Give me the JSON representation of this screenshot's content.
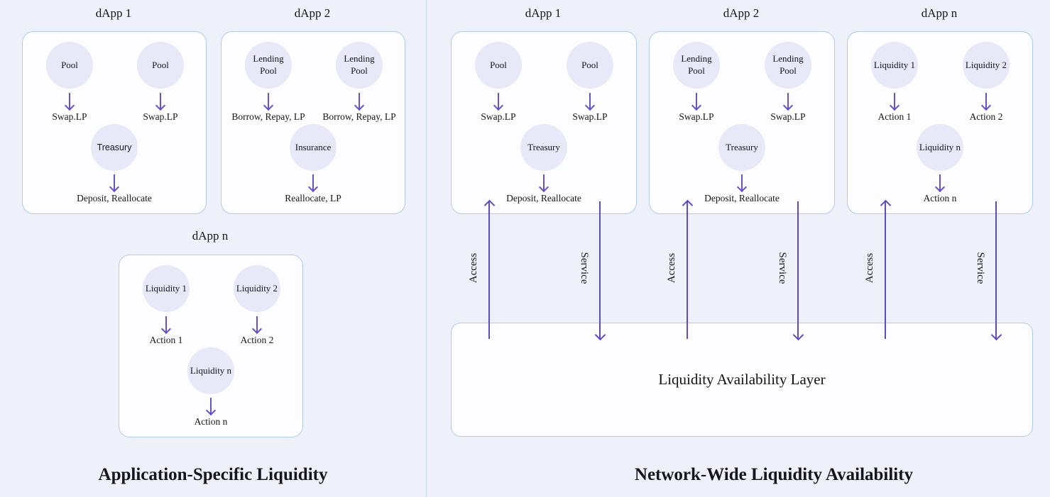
{
  "left": {
    "section_title": "Application-Specific Liquidity",
    "cards": [
      {
        "title": "dApp 1",
        "top": [
          {
            "node": "Pool",
            "action": "Swap.LP"
          },
          {
            "node": "Pool",
            "action": "Swap.LP"
          }
        ],
        "bottom": {
          "node": "Treasury",
          "action": "Deposit, Reallocate"
        }
      },
      {
        "title": "dApp 2",
        "top": [
          {
            "node": "Lending Pool",
            "action": "Borrow, Repay, LP"
          },
          {
            "node": "Lending Pool",
            "action": "Borrow, Repay, LP"
          }
        ],
        "bottom": {
          "node": "Insurance",
          "action": "Reallocate, LP"
        }
      },
      {
        "title": "dApp n",
        "top": [
          {
            "node": "Liquidity 1",
            "action": "Action 1"
          },
          {
            "node": "Liquidity 2",
            "action": "Action 2"
          }
        ],
        "bottom": {
          "node": "Liquidity n",
          "action": "Action n"
        }
      }
    ]
  },
  "right": {
    "section_title": "Network-Wide Liquidity Availability",
    "layer_title": "Liquidity Availability Layer",
    "access_label": "Access",
    "service_label": "Service",
    "cards": [
      {
        "title": "dApp 1",
        "top": [
          {
            "node": "Pool",
            "action": "Swap.LP"
          },
          {
            "node": "Pool",
            "action": "Swap.LP"
          }
        ],
        "bottom": {
          "node": "Treasury",
          "action": "Deposit, Reallocate"
        }
      },
      {
        "title": "dApp 2",
        "top": [
          {
            "node": "Lending Pool",
            "action": "Swap.LP"
          },
          {
            "node": "Lending Pool",
            "action": "Swap.LP"
          }
        ],
        "bottom": {
          "node": "Treasury",
          "action": "Deposit, Reallocate"
        }
      },
      {
        "title": "dApp n",
        "top": [
          {
            "node": "Liquidity 1",
            "action": "Action 1"
          },
          {
            "node": "Liquidity 2",
            "action": "Action 2"
          }
        ],
        "bottom": {
          "node": "Liquidity n",
          "action": "Action n"
        }
      }
    ]
  },
  "colors": {
    "background": "#eff1fa",
    "card_background": "#fdfdff",
    "card_border": "#aecbe8",
    "circle_fill": "#e7e8f8",
    "arrow_purple": "#5b4cc4",
    "text": "#15151e",
    "divider": "#c9d6e4"
  }
}
